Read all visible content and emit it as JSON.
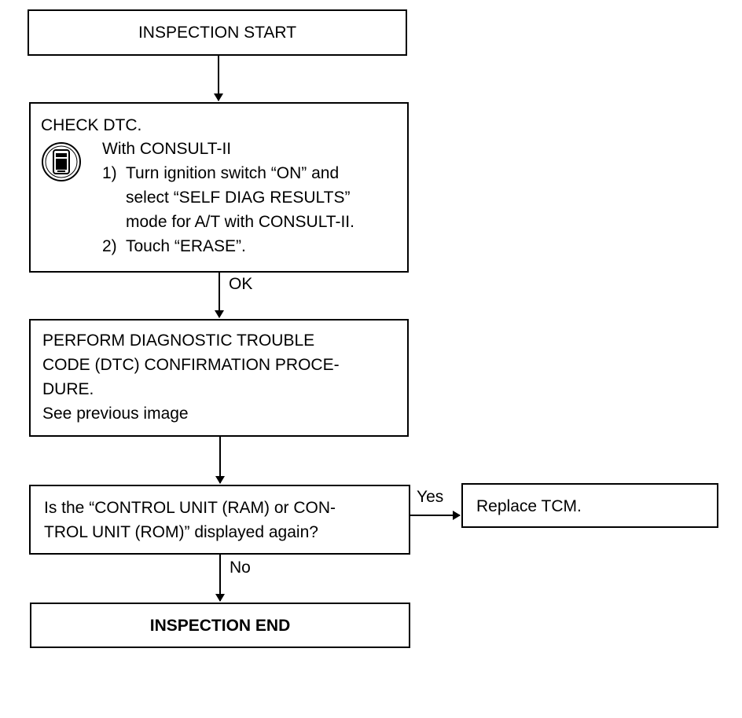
{
  "nodes": {
    "start": {
      "text": "INSPECTION START"
    },
    "check_dtc": {
      "title": "CHECK DTC.",
      "tool_icon": "consult-ii-tool-icon",
      "subtitle": "With CONSULT-II",
      "steps": [
        {
          "num": "1)",
          "lines": [
            "Turn ignition switch “ON” and",
            "select “SELF DIAG RESULTS”",
            "mode for A/T with CONSULT-II."
          ]
        },
        {
          "num": "2)",
          "lines": [
            "Touch “ERASE”."
          ]
        }
      ]
    },
    "perform": {
      "lines": [
        "PERFORM DIAGNOSTIC TROUBLE",
        "CODE (DTC) CONFIRMATION PROCE-",
        "DURE.",
        "See previous image"
      ]
    },
    "question": {
      "lines": [
        "Is the “CONTROL UNIT (RAM) or CON-",
        "TROL UNIT (ROM)” displayed again?"
      ]
    },
    "replace": {
      "text": "Replace TCM."
    },
    "end": {
      "text": "INSPECTION END"
    }
  },
  "edges": {
    "ok": "OK",
    "yes": "Yes",
    "no": "No"
  },
  "colors": {
    "line": "#000000",
    "background": "#ffffff"
  }
}
